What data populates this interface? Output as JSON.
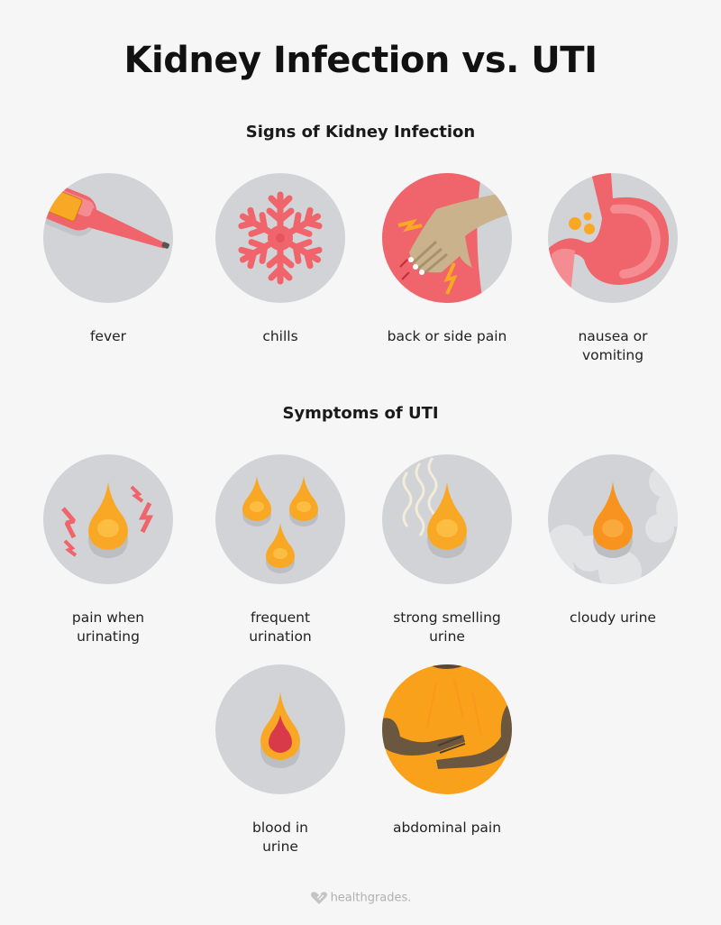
{
  "title": "Kidney Infection vs. UTI",
  "sections": {
    "kidney": {
      "heading": "Signs of Kidney Infection",
      "items": [
        {
          "label": "fever",
          "icon": "thermometer-icon"
        },
        {
          "label": "chills",
          "icon": "snowflake-icon"
        },
        {
          "label": "back or side pain",
          "icon": "back-pain-icon"
        },
        {
          "label": "nausea or\nvomiting",
          "icon": "stomach-icon"
        }
      ]
    },
    "uti": {
      "heading": "Symptoms of UTI",
      "items": [
        {
          "label": "pain when\nurinating",
          "icon": "urine-drop-pain-icon"
        },
        {
          "label": "frequent\nurination",
          "icon": "three-drops-icon"
        },
        {
          "label": "strong smelling\nurine",
          "icon": "smelly-drop-icon"
        },
        {
          "label": "cloudy urine",
          "icon": "cloudy-drop-icon"
        },
        {
          "label": "blood in\nurine",
          "icon": "blood-drop-icon"
        },
        {
          "label": "abdominal pain",
          "icon": "abdominal-pain-icon"
        }
      ]
    }
  },
  "footer": {
    "brand": "healthgrades."
  },
  "colors": {
    "background": "#f6f6f6",
    "circle": "#d1d3d6",
    "coral": "#f0646b",
    "amber": "#f9a825",
    "orange": "#f7931e",
    "blood": "#d93a4a"
  }
}
